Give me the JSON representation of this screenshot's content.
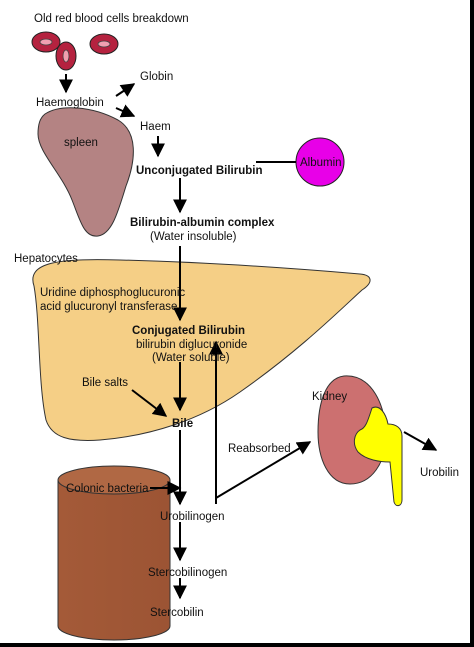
{
  "labels": {
    "rbc_breakdown": "Old red blood cells breakdown",
    "globin": "Globin",
    "haemoglobin": "Haemoglobin",
    "haem": "Haem",
    "spleen": "spleen",
    "unconjugated": "Unconjugated Bilirubin",
    "albumin": "Albumin",
    "complex": "Bilirubin-albumin complex",
    "complex_note": "(Water insoluble)",
    "hepatocytes": "Hepatocytes",
    "enzyme_line1": "Uridine diphosphoglucuronic",
    "enzyme_line2": "acid glucuronyl transferase",
    "conjugated": "Conjugated Bilirubin",
    "conjugated_sub": "bilirubin diglucuronide",
    "conjugated_note": "(Water soluble)",
    "bile_salts": "Bile salts",
    "bile": "Bile",
    "reabsorbed": "Reabsorbed",
    "kidney": "Kidney",
    "urobilin": "Urobilin",
    "colonic_bacteria": "Colonic bacteria",
    "urobilinogen": "Urobilinogen",
    "stercobilinogen": "Stercobilinogen",
    "stercobilin": "Stercobilin"
  },
  "colors": {
    "rbc": "#b5223f",
    "spleen": "#b48383",
    "albumin": "#e800e8",
    "liver": "#f5cf86",
    "kidney": "#cc7070",
    "ureter": "#ffff00",
    "colon": "#a45a38"
  }
}
